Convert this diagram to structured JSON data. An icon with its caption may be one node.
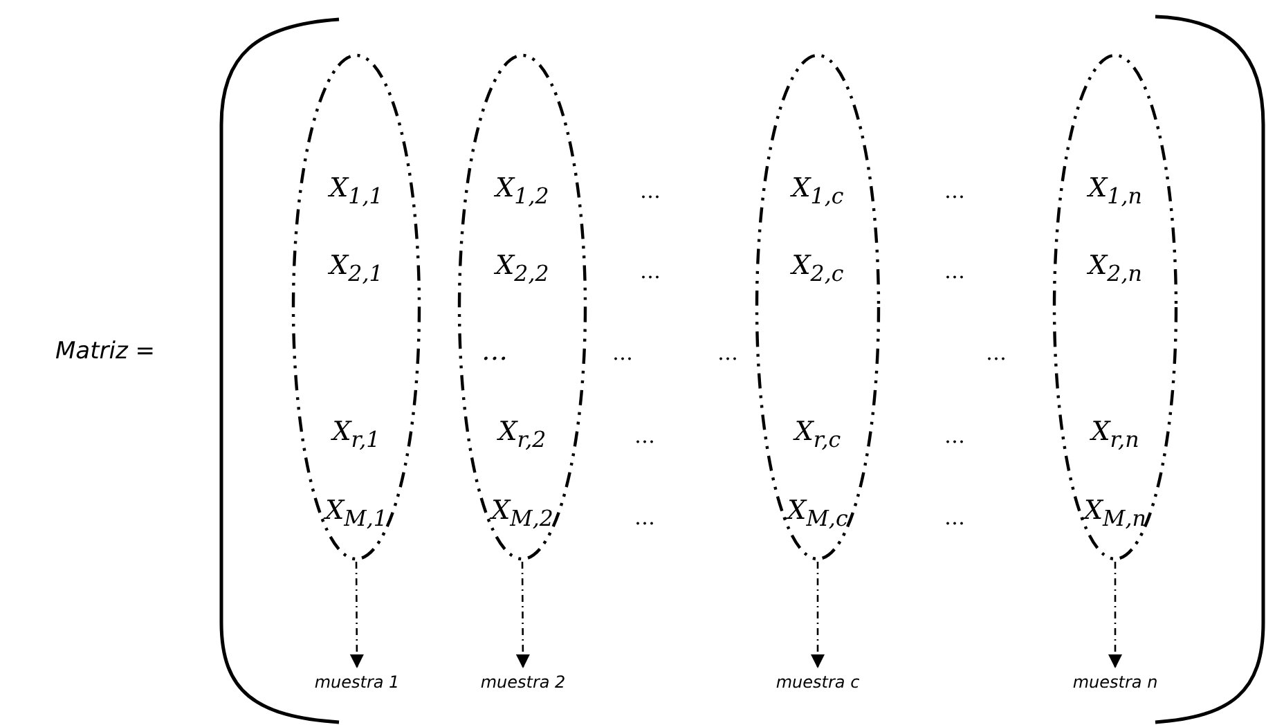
{
  "diagram": {
    "nodes": [
      {
        "text": [
          "X$_{1,1}$",
          "X$_{2,1}$",
          "X$_{r,1}$",
          "X$_{M,1}$"
        ]
      },
      {
        "text": [
          "X$_{1,2}$",
          "X$_{2,2}$",
          "…",
          "X$_{r,2}$",
          "X$_{M,2}$"
        ]
      },
      {
        "text": [
          "X$_{1,c}$",
          "X$_{2,c}$",
          "X$_{r,c}$",
          "X$_{M,c}$"
        ]
      },
      {
        "text": [
          "X$_{1,n}$",
          "X$_{2,n}$",
          "X$_{r,n}$",
          "X$_{M,n}$"
        ]
      },
      {
        "text": [
          "muestra 1"
        ]
      },
      {
        "text": [
          "muestra 2"
        ]
      },
      {
        "text": [
          "muestra c"
        ]
      },
      {
        "text": [
          "muestra n"
        ]
      }
    ],
    "edges": [
      {
        "from": 0,
        "to": 4,
        "arrow": "to",
        "style": "dashed"
      },
      {
        "from": 1,
        "to": 5,
        "arrow": "to",
        "style": "dashed"
      },
      {
        "from": 2,
        "to": 6,
        "arrow": "to",
        "style": "dashed"
      },
      {
        "from": 3,
        "to": 7,
        "arrow": "to",
        "style": "dashed"
      }
    ],
    "labels": [
      "…",
      "…",
      "…",
      "…",
      "Matriz =",
      "…",
      "…",
      "…",
      "…",
      "…",
      "…",
      "…"
    ]
  }
}
